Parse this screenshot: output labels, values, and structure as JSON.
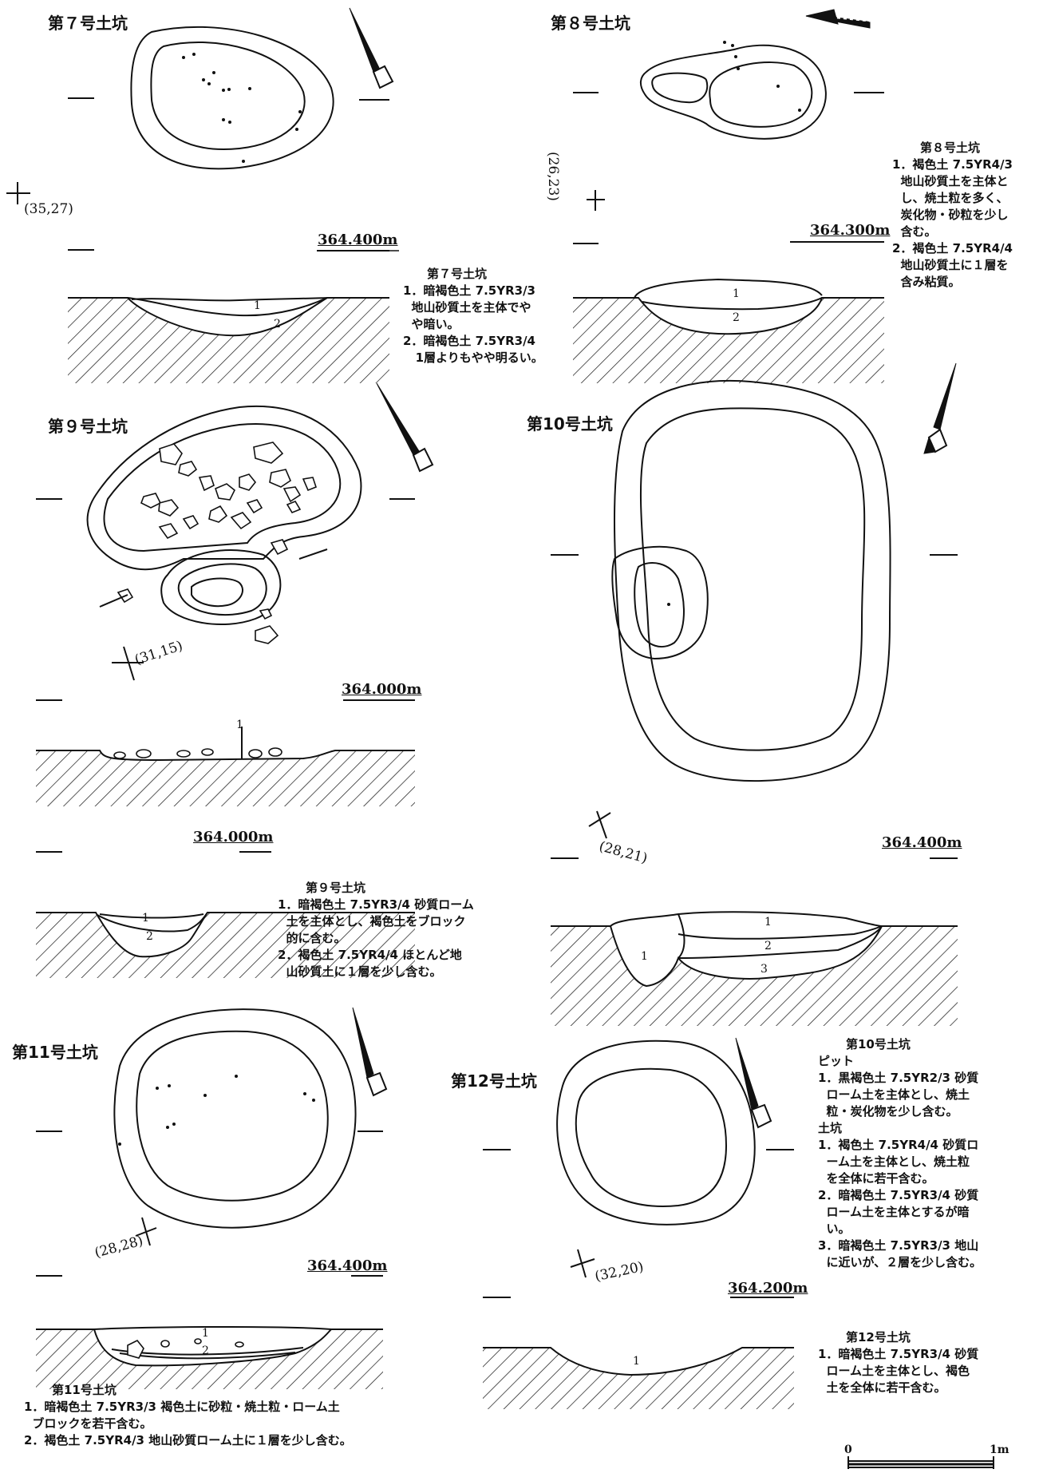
{
  "pits": {
    "p7": {
      "title": "第７号土坑",
      "elevation": "364.400m",
      "coordinate": "(35,27)",
      "layers": [
        "1",
        "2"
      ],
      "note_title": "第７号土坑",
      "note_lines": [
        "1．暗褐色土 7.5YR3/3",
        "  地山砂質土を主体でや",
        "  や暗い。",
        "2．暗褐色土 7.5YR3/4",
        "   1層よりもやや明るい。"
      ]
    },
    "p8": {
      "title": "第８号土坑",
      "elevation": "364.300m",
      "coordinate": "(26,23)",
      "layers": [
        "1",
        "2"
      ],
      "note_title": "第８号土坑",
      "note_lines": [
        "1．褐色土 7.5YR4/3",
        "  地山砂質土を主体と",
        "  し、焼土粒を多く、",
        "  炭化物・砂粒を少し",
        "  含む。",
        "2．褐色土 7.5YR4/4",
        "  地山砂質土に１層を",
        "  含み粘質。"
      ]
    },
    "p9": {
      "title": "第９号土坑",
      "elevation_plan": "364.000m",
      "elevation_section": "364.000m",
      "coordinate": "(31,15)",
      "section_layer": "1",
      "layers": [
        "1",
        "2"
      ],
      "note_title": "第９号土坑",
      "note_lines": [
        "1．暗褐色土 7.5YR3/4 砂質ローム",
        "  土を主体とし、褐色土をブロック",
        "  的に含む。",
        "2．褐色土 7.5YR4/4 ほとんど地",
        "  山砂質土に１層を少し含む。"
      ]
    },
    "p10": {
      "title": "第10号土坑",
      "elevation": "364.400m",
      "coordinate": "(28,21)",
      "layers": [
        "1",
        "2",
        "3"
      ],
      "pit_layer": "1",
      "note_title": "第10号土坑",
      "note_lines": [
        "ピット",
        "1．黒褐色土 7.5YR2/3 砂質",
        "  ローム土を主体とし、焼土",
        "  粒・炭化物を少し含む。",
        "土坑",
        "1．褐色土 7.5YR4/4 砂質ロ",
        "  ーム土を主体とし、焼土粒",
        "  を全体に若干含む。",
        "2．暗褐色土 7.5YR3/4 砂質",
        "  ローム土を主体とするが暗",
        "  い。",
        "3．暗褐色土 7.5YR3/3 地山",
        "  に近いが、２層を少し含む。"
      ]
    },
    "p11": {
      "title": "第11号土坑",
      "elevation": "364.400m",
      "coordinate": "(28,28)",
      "layers": [
        "1",
        "2"
      ],
      "note_title": "第11号土坑",
      "note_lines": [
        "1．暗褐色土 7.5YR3/3 褐色土に砂粒・焼土粒・ローム土",
        "  ブロックを若干含む。",
        "2．褐色土 7.5YR4/3 地山砂質ローム土に１層を少し含む。"
      ]
    },
    "p12": {
      "title": "第12号土坑",
      "elevation": "364.200m",
      "coordinate": "(32,20)",
      "layers": [
        "1"
      ],
      "note_title": "第12号土坑",
      "note_lines": [
        "1．暗褐色土 7.5YR3/4 砂質",
        "  ローム土を主体とし、褐色",
        "  土を全体に若干含む。"
      ]
    }
  },
  "scale": {
    "start": "0",
    "end": "1m"
  }
}
